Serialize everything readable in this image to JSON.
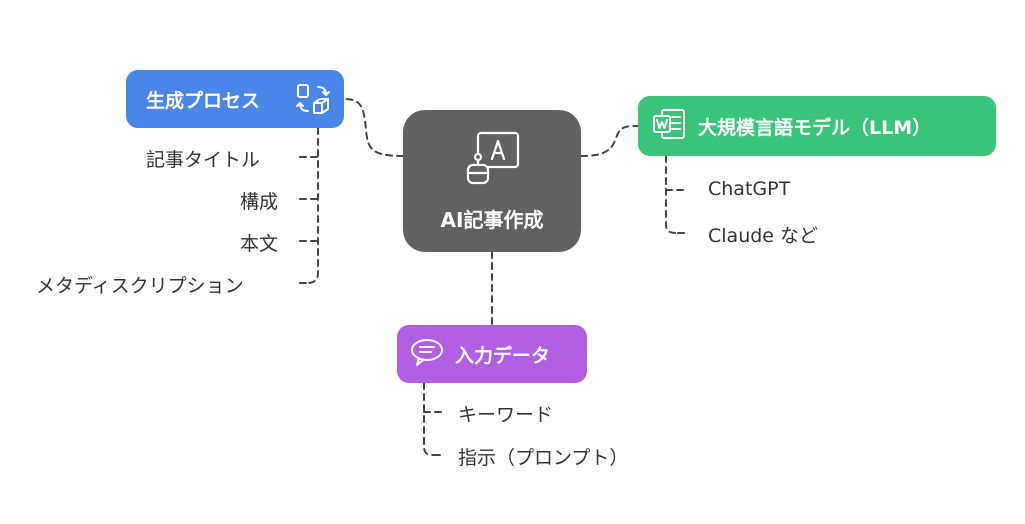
{
  "center": {
    "label": "AI記事作成",
    "icon": "robot-ai-icon"
  },
  "generation": {
    "label": "生成プロセス",
    "icon": "transform-cycle-icon",
    "items": [
      "記事タイトル",
      "構成",
      "本文",
      "メタディスクリプション"
    ]
  },
  "llm": {
    "label": "大規模言語モデル（LLM）",
    "icon": "document-word-icon",
    "items": [
      "ChatGPT",
      "Claude など"
    ]
  },
  "input": {
    "label": "入力データ",
    "icon": "speech-bubble-icon",
    "items": [
      "キーワード",
      "指示（プロンプト）"
    ]
  },
  "colors": {
    "center": "#616161",
    "generation": "#4a86e8",
    "llm": "#39c47a",
    "input": "#b25ee3",
    "connector": "#444444",
    "leaf_text": "#333333"
  }
}
